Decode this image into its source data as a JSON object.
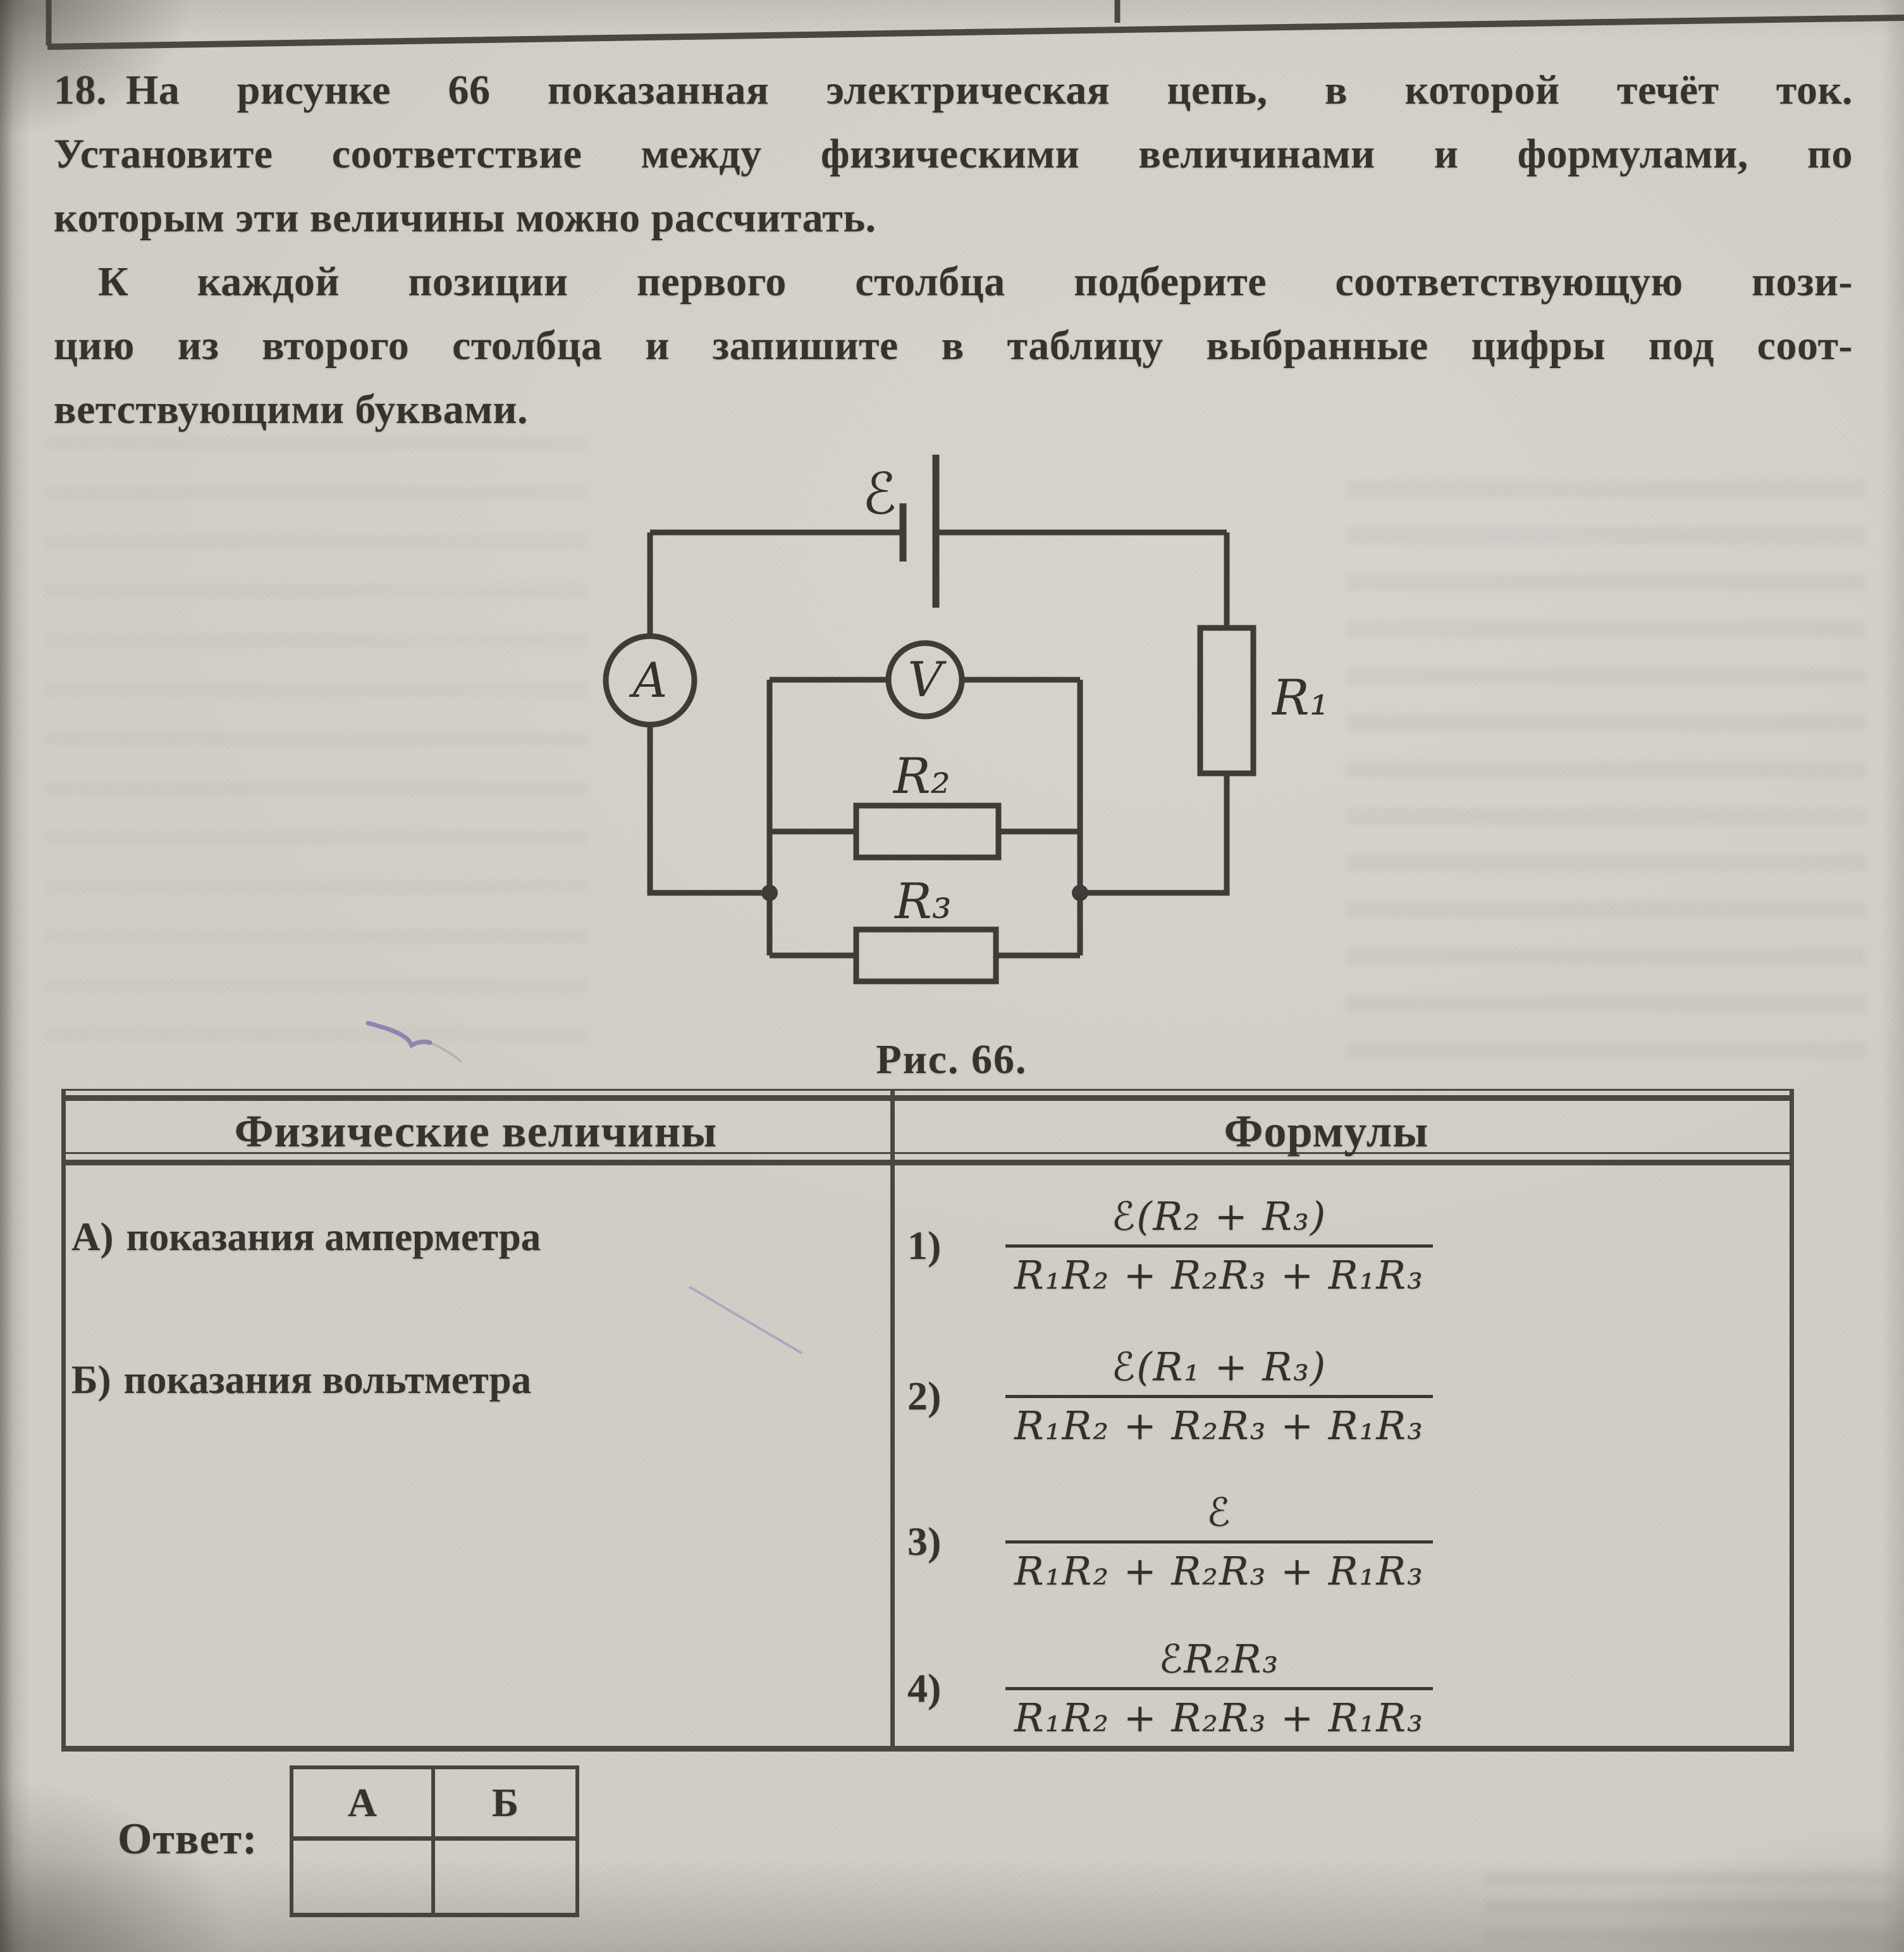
{
  "colors": {
    "paper": "#d2cec7",
    "ink": "#35312c",
    "pen_blue": "#6f68ad"
  },
  "problem": {
    "number": "18.",
    "lines": [
      "На рисунке 66 показанная электрическая цепь, в которой течёт ток.",
      "Установите соответствие между физическими величинами и формулами, по",
      "которым эти величины можно рассчитать.",
      "К каждой позиции первого столбца подберите соответствующую пози-",
      "цию из второго столбца и запишите в таблицу выбранные цифры под соот-",
      "ветствующими буквами."
    ]
  },
  "figure": {
    "caption": "Рис. 66.",
    "emf_label": "ℰ",
    "ammeter_label": "A",
    "voltmeter_label": "V",
    "r1_label": "R₁",
    "r2_label": "R₂",
    "r3_label": "R₃"
  },
  "table": {
    "headers": {
      "quantities": "Физические величины",
      "formulas": "Формулы"
    },
    "quantities": [
      {
        "label": "А)",
        "text": "показания амперметра"
      },
      {
        "label": "Б)",
        "text": "показания вольтметра"
      }
    ],
    "formulas": [
      {
        "label": "1)",
        "numerator": "ℰ(R₂ + R₃)",
        "denominator": "R₁R₂ + R₂R₃ + R₁R₃"
      },
      {
        "label": "2)",
        "numerator": "ℰ(R₁ + R₃)",
        "denominator": "R₁R₂ + R₂R₃ + R₁R₃"
      },
      {
        "label": "3)",
        "numerator": "ℰ",
        "denominator": "R₁R₂ + R₂R₃ + R₁R₃"
      },
      {
        "label": "4)",
        "numerator": "ℰR₂R₃",
        "denominator": "R₁R₂ + R₂R₃ + R₁R₃"
      }
    ]
  },
  "answer": {
    "label": "Ответ:",
    "columns": [
      "А",
      "Б"
    ],
    "values": [
      "",
      ""
    ]
  }
}
